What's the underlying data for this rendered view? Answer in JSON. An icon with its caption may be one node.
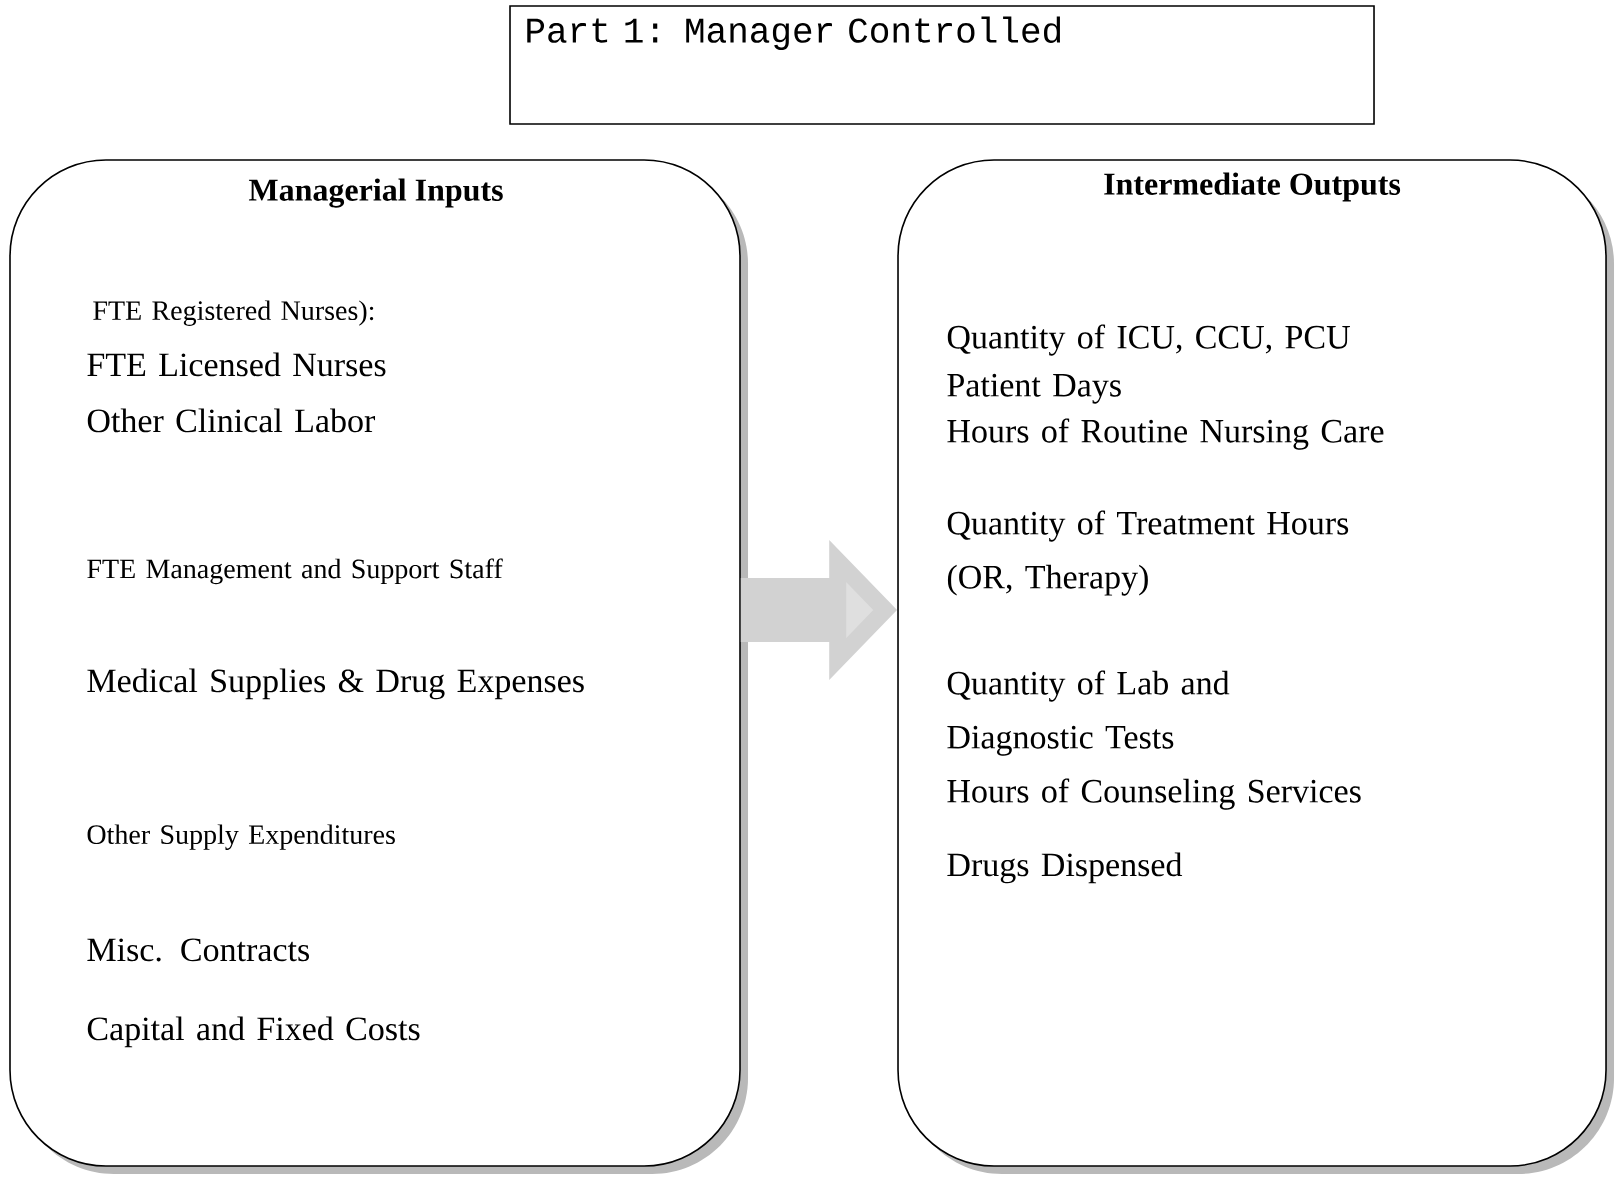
{
  "diagram": {
    "nodes": [
      {
        "text": [
          "Part 1: Manager Controlled"
        ]
      },
      {
        "text": [
          "Managerial Inputs",
          "FTE Registered Nurses):",
          "FTE Licensed Nurses",
          "Other Clinical Labor",
          "FTE Management and Support Staff",
          "Medical Supplies & Drug Expenses",
          "Other Supply Expenditures",
          "Misc. Contracts",
          "Capital and Fixed Costs"
        ]
      },
      {
        "text": [
          "Intermediate Outputs",
          "Quantity of ICU, CCU, PCU Patient Days",
          "Hours of Routine Nursing Care",
          "Quantity of Treatment Hours (OR, Therapy)",
          "Quantity of Lab and Diagnostic Tests",
          "Hours of Counseling Services",
          "Drugs Dispensed"
        ]
      }
    ],
    "edges": [
      {
        "from": 1,
        "to": 2,
        "arrow": "to"
      }
    ]
  }
}
